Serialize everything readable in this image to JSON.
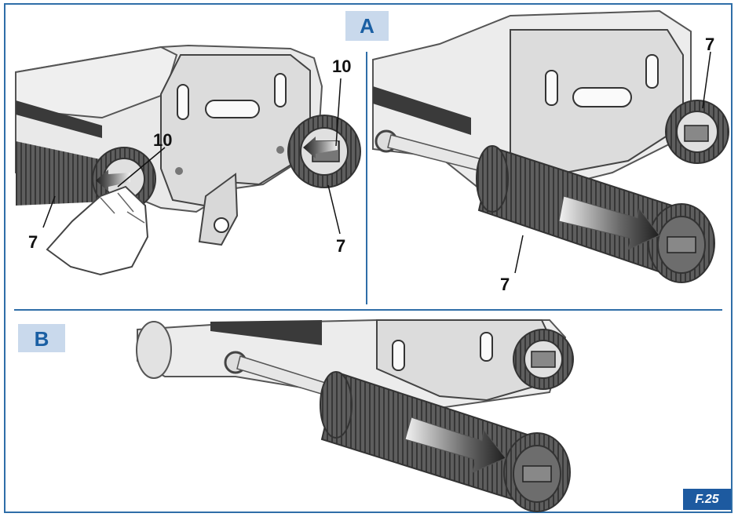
{
  "figure": {
    "id_badge": "F.25",
    "sections": {
      "a_label": "A",
      "b_label": "B"
    },
    "callouts": {
      "a_left_10_top": "10",
      "a_left_10_mid": "10",
      "a_left_7_left": "7",
      "a_left_7_right": "7",
      "a_right_7_top": "7",
      "a_right_7_bottom": "7"
    },
    "colors": {
      "frame": "#2f6ea8",
      "label_bg": "#c9d9ec",
      "label_text": "#1a5fa3",
      "badge_bg": "#1d5aa0"
    }
  }
}
